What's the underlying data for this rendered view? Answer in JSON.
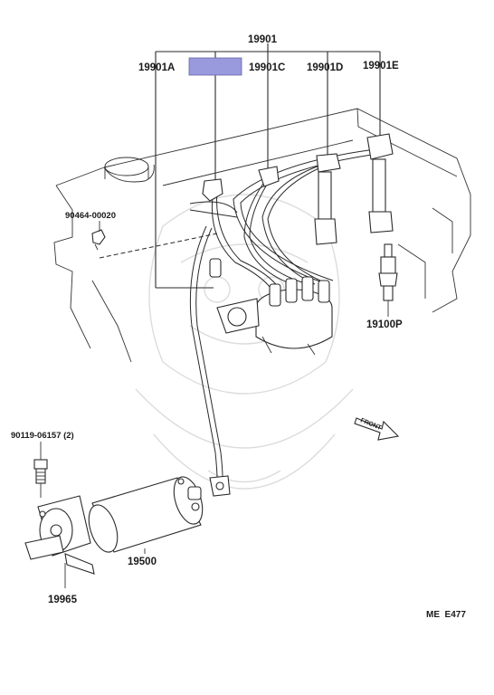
{
  "labels": {
    "top_group": "19901",
    "wire_a": "19901A",
    "wire_c": "19901C",
    "wire_d": "19901D",
    "wire_e": "19901E",
    "clip": "90464-00020",
    "spark_plug": "19100P",
    "bolt": "90119-06157 (2)",
    "coil": "19500",
    "bracket": "19965",
    "diagram_code": "ME  E477",
    "front": "FRONT"
  },
  "colors": {
    "highlight": "#9999dd",
    "line": "#2a2a2a",
    "background": "#ffffff"
  }
}
